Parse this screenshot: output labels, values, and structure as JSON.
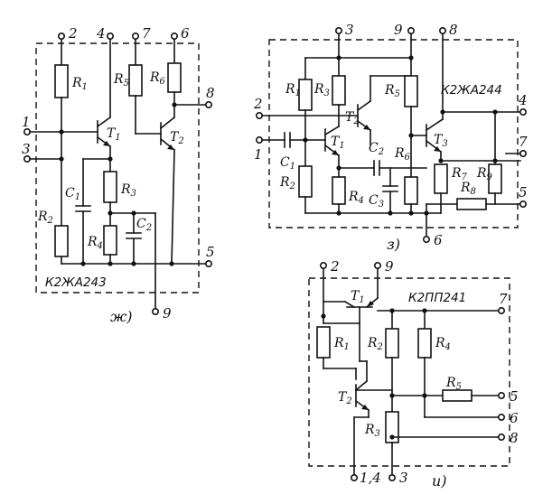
{
  "circuit_zh": {
    "chip": "К2ЖА243",
    "caption": "ж)",
    "pins": {
      "p1": "1",
      "p2": "2",
      "p3": "3",
      "p4": "4",
      "p5": "5",
      "p6": "6",
      "p7": "7",
      "p8": "8",
      "p9": "9"
    },
    "parts": {
      "R1": "R",
      "R1s": "1",
      "R2": "R",
      "R2s": "2",
      "R3": "R",
      "R3s": "3",
      "R4": "R",
      "R4s": "4",
      "R5": "R",
      "R5s": "5",
      "R6": "R",
      "R6s": "6",
      "C1": "C",
      "C1s": "1",
      "C2": "C",
      "C2s": "2",
      "T1": "T",
      "T1s": "1",
      "T2": "T",
      "T2s": "2"
    }
  },
  "circuit_z": {
    "chip": "К2ЖА244",
    "caption": "з)",
    "pins": {
      "p1": "1",
      "p2": "2",
      "p3": "3",
      "p4": "4",
      "p5": "5",
      "p6": "6",
      "p7": "7",
      "p8": "8",
      "p9": "9"
    },
    "parts": {
      "R1": "R",
      "R1s": "1",
      "R2": "R",
      "R2s": "2",
      "R3": "R",
      "R3s": "3",
      "R4": "R",
      "R4s": "4",
      "R5": "R",
      "R5s": "5",
      "R6": "R",
      "R6s": "6",
      "R7": "R",
      "R7s": "7",
      "R8": "R",
      "R8s": "8",
      "R9": "R",
      "R9s": "9",
      "C1": "C",
      "C1s": "1",
      "C2": "C",
      "C2s": "2",
      "C3": "C",
      "C3s": "3",
      "T1": "T",
      "T1s": "1",
      "T2": "T",
      "T2s": "2",
      "T3": "T",
      "T3s": "3"
    }
  },
  "circuit_i": {
    "chip": "К2ПП241",
    "caption": "и)",
    "pins": {
      "p14": "1,4",
      "p2": "2",
      "p3": "3",
      "p5": "5",
      "p6": "6",
      "p7": "7",
      "p8": "8",
      "p9": "9"
    },
    "parts": {
      "R1": "R",
      "R1s": "1",
      "R2": "R",
      "R2s": "2",
      "R3": "R",
      "R3s": "3",
      "R4": "R",
      "R4s": "4",
      "R5": "R",
      "R5s": "5",
      "T1": "T",
      "T1s": "1",
      "T2": "T",
      "T2s": "2"
    }
  }
}
